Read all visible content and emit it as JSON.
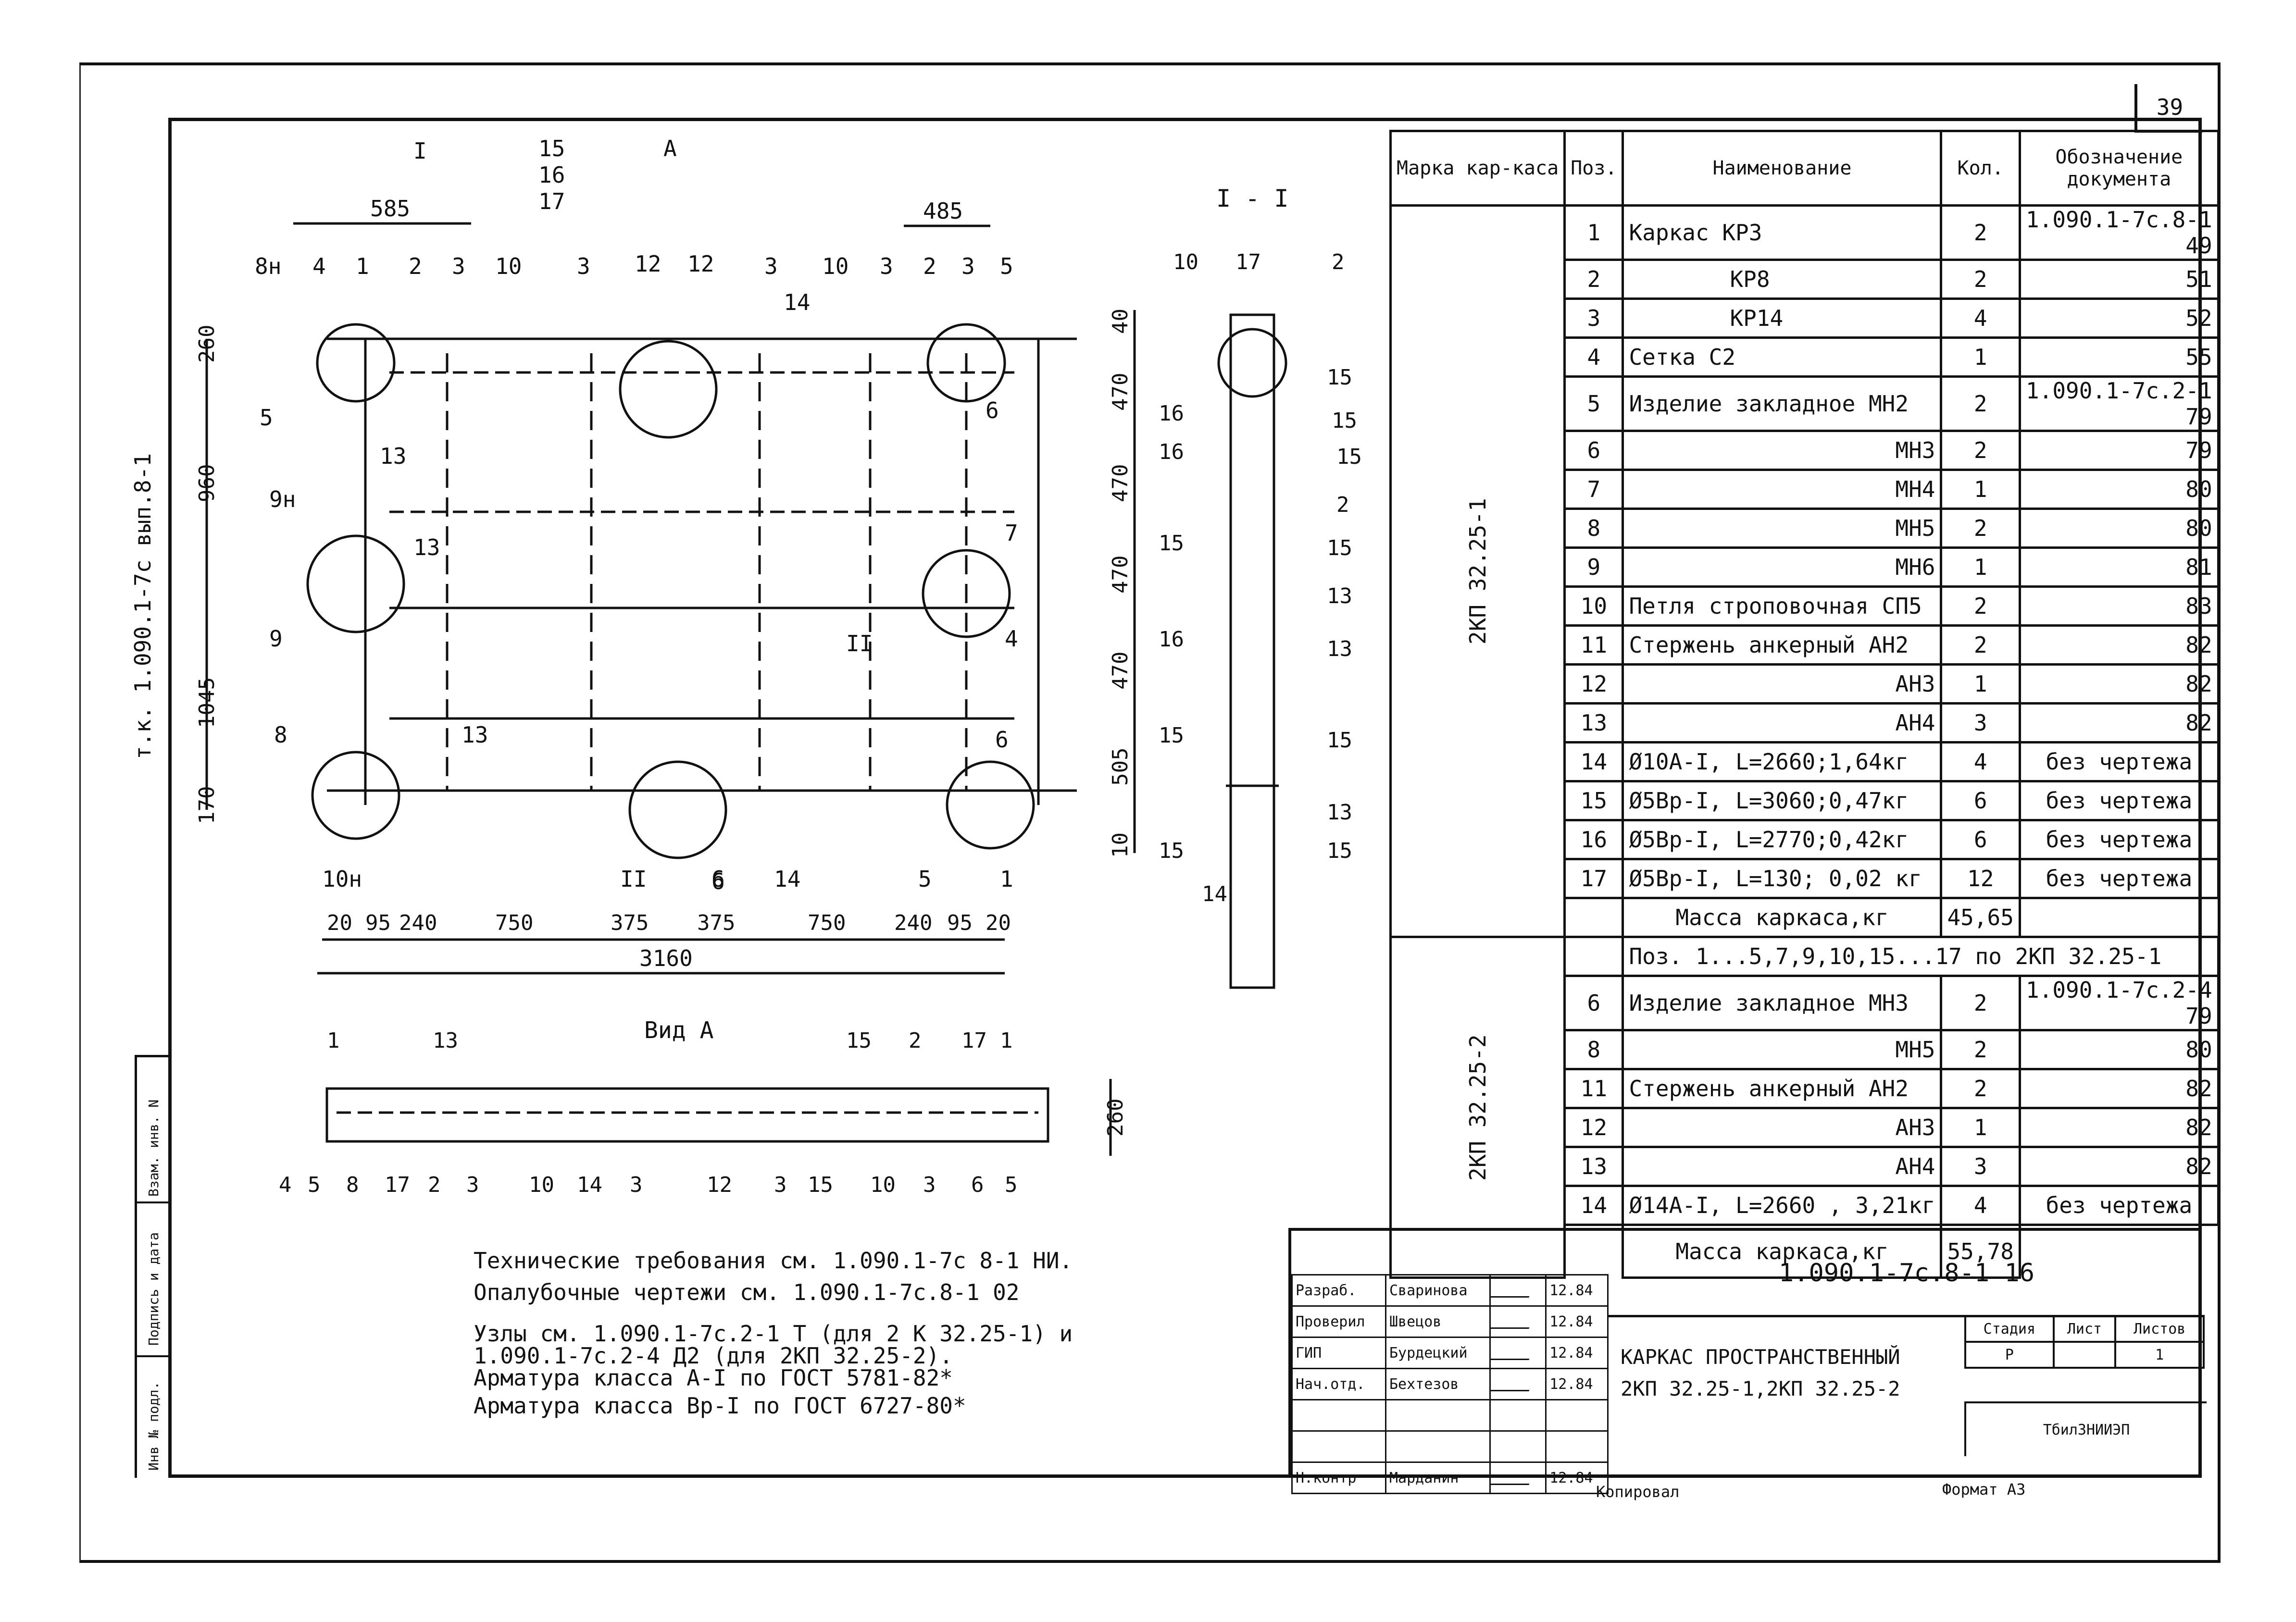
{
  "page_number": "39",
  "side_label": "т.к. 1.090.1-7с вып.8-1",
  "stamp_strip": [
    "Инв № подл.",
    "Подпись и дата",
    "Взам. инв. N"
  ],
  "drawing": {
    "dims_top": [
      "585",
      "485"
    ],
    "callouts_top": [
      "8н",
      "4",
      "1",
      "2",
      "3",
      "10",
      "3",
      "12",
      "12",
      "3",
      "10",
      "3",
      "2",
      "3",
      "5",
      "14"
    ],
    "section_marks": [
      "I",
      "15",
      "16",
      "17",
      "A"
    ],
    "left_dims": [
      "260",
      "960",
      "1045",
      "170"
    ],
    "left_callouts": [
      "5",
      "9н",
      "9",
      "8",
      "13",
      "13",
      "13"
    ],
    "right_dims": [
      "40",
      "470",
      "470",
      "470",
      "470",
      "505",
      "10"
    ],
    "right_callouts": [
      "6",
      "7",
      "4",
      "II",
      "6",
      "6"
    ],
    "bottom_callouts": [
      "10н",
      "II",
      "6",
      "14",
      "5",
      "1"
    ],
    "bottom_dims": [
      "20",
      "95",
      "240",
      "750",
      "375",
      "375",
      "750",
      "240",
      "95",
      "20"
    ],
    "overall": "3160",
    "section_title": "I - I",
    "section_callouts_left": [
      "10",
      "17",
      "16",
      "16",
      "15",
      "16",
      "15",
      "15",
      "14"
    ],
    "section_callouts_right": [
      "2",
      "15",
      "15",
      "15",
      "2",
      "15",
      "13",
      "13",
      "15",
      "13",
      "15"
    ],
    "view_a_title": "Вид А",
    "view_a_top": [
      "1",
      "13",
      "15",
      "2",
      "17",
      "1"
    ],
    "view_a_bottom": [
      "4",
      "5",
      "8",
      "17",
      "2",
      "3",
      "10",
      "14",
      "3",
      "12",
      "3",
      "15",
      "10",
      "3",
      "6",
      "5"
    ],
    "view_a_dim": "260"
  },
  "spec_table": {
    "headers": [
      "Марка кар-каса",
      "Поз.",
      "Наименование",
      "Кол.",
      "Обозначение документа"
    ],
    "group1_mark": "2КП 32.25-1",
    "group1_rows": [
      {
        "pos": "1",
        "name": "Каркас КР3",
        "qty": "2",
        "doc": "1.090.1-7с.8-1",
        "page": "49"
      },
      {
        "pos": "2",
        "name": "КР8",
        "qty": "2",
        "doc": "",
        "page": "51"
      },
      {
        "pos": "3",
        "name": "КР14",
        "qty": "4",
        "doc": "",
        "page": "52"
      },
      {
        "pos": "4",
        "name": "Сетка С2",
        "qty": "1",
        "doc": "",
        "page": "55"
      },
      {
        "pos": "5",
        "name": "Изделие закладное МН2",
        "qty": "2",
        "doc": "1.090.1-7с.2-1",
        "page": "79"
      },
      {
        "pos": "6",
        "name": "МН3",
        "qty": "2",
        "doc": "",
        "page": "79"
      },
      {
        "pos": "7",
        "name": "МН4",
        "qty": "1",
        "doc": "",
        "page": "80"
      },
      {
        "pos": "8",
        "name": "МН5",
        "qty": "2",
        "doc": "",
        "page": "80"
      },
      {
        "pos": "9",
        "name": "МН6",
        "qty": "1",
        "doc": "",
        "page": "81"
      },
      {
        "pos": "10",
        "name": "Петля строповочная СП5",
        "qty": "2",
        "doc": "",
        "page": "83"
      },
      {
        "pos": "11",
        "name": "Стержень анкерный АН2",
        "qty": "2",
        "doc": "",
        "page": "82"
      },
      {
        "pos": "12",
        "name": "АН3",
        "qty": "1",
        "doc": "",
        "page": "82"
      },
      {
        "pos": "13",
        "name": "АН4",
        "qty": "3",
        "doc": "",
        "page": "82"
      },
      {
        "pos": "14",
        "name": "Ø10А-I, L=2660;1,64кг",
        "qty": "4",
        "doc": "без чертежа",
        "page": ""
      },
      {
        "pos": "15",
        "name": "Ø5Вр-I, L=3060;0,47кг",
        "qty": "6",
        "doc": "без чертежа",
        "page": ""
      },
      {
        "pos": "16",
        "name": "Ø5Вр-I, L=2770;0,42кг",
        "qty": "6",
        "doc": "без чертежа",
        "page": ""
      },
      {
        "pos": "17",
        "name": "Ø5Вр-I, L=130; 0,02 кг",
        "qty": "12",
        "doc": "без чертежа",
        "page": ""
      }
    ],
    "group1_mass_label": "Масса каркаса,кг",
    "group1_mass": "45,65",
    "group2_mark": "2КП 32.25-2",
    "group2_note": "Поз. 1...5,7,9,10,15...17 по 2КП 32.25-1",
    "group2_rows": [
      {
        "pos": "6",
        "name": "Изделие закладное МН3",
        "qty": "2",
        "doc": "1.090.1-7с.2-4",
        "page": "79"
      },
      {
        "pos": "8",
        "name": "МН5",
        "qty": "2",
        "doc": "",
        "page": "80"
      },
      {
        "pos": "11",
        "name": "Стержень анкерный АН2",
        "qty": "2",
        "doc": "",
        "page": "82"
      },
      {
        "pos": "12",
        "name": "АН3",
        "qty": "1",
        "doc": "",
        "page": "82"
      },
      {
        "pos": "13",
        "name": "АН4",
        "qty": "3",
        "doc": "",
        "page": "82"
      },
      {
        "pos": "14",
        "name": "Ø14А-I, L=2660 , 3,21кг",
        "qty": "4",
        "doc": "без чертежа",
        "page": ""
      }
    ],
    "group2_mass_label": "Масса каркаса,кг",
    "group2_mass": "55,78"
  },
  "notes": [
    "Технические требования см. 1.090.1-7с 8-1 НИ.",
    "Опалубочные чертежи см. 1.090.1-7с.8-1 02",
    "Узлы см. 1.090.1-7с.2-1 Т (для 2 К 32.25-1) и",
    " 1.090.1-7с.2-4 Д2 (для 2КП 32.25-2).",
    "Арматура класса А-I по ГОСТ 5781-82*",
    "Арматура класса Вр-I по ГОСТ 6727-80*"
  ],
  "title_block": {
    "roles": [
      {
        "role": "Разраб.",
        "name": "Сваринова",
        "date": "12.84"
      },
      {
        "role": "Проверил",
        "name": "Швецов",
        "date": "12.84"
      },
      {
        "role": "ГИП",
        "name": "Бурдецкий",
        "date": "12.84"
      },
      {
        "role": "Нач.отд.",
        "name": "Бехтезов",
        "date": "12.84"
      },
      {
        "role": "",
        "name": "",
        "date": ""
      },
      {
        "role": "",
        "name": "",
        "date": ""
      },
      {
        "role": "Н.контр",
        "name": "Марданин",
        "date": "12.84"
      }
    ],
    "code": "1.090.1-7с.8-1 16",
    "title_line1": "КАРКАС ПРОСТРАНСТВЕННЫЙ",
    "title_line2": "2КП 32.25-1,2КП 32.25-2",
    "stage_headers": [
      "Стадия",
      "Лист",
      "Листов"
    ],
    "stage_values": [
      "Р",
      "",
      "1"
    ],
    "organization": "ТбилЗНИИЭП"
  },
  "footer": {
    "copied": "Копировал",
    "format": "Формат А3"
  }
}
